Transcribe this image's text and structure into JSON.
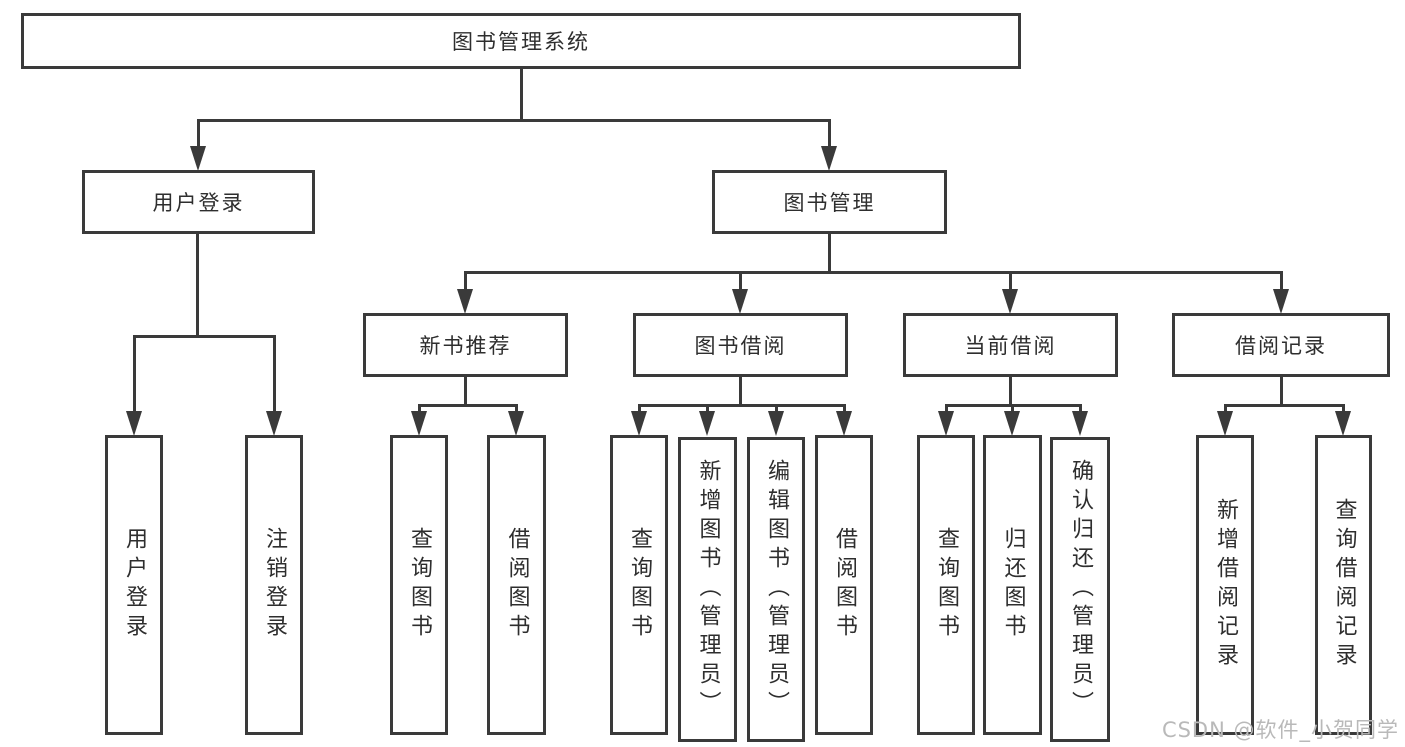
{
  "diagram": {
    "root": "图书管理系统",
    "branches": [
      {
        "label": "用户登录",
        "children": [
          "用户登录",
          "注销登录"
        ]
      },
      {
        "label": "图书管理",
        "sections": [
          {
            "label": "新书推荐",
            "children": [
              "查询图书",
              "借阅图书"
            ]
          },
          {
            "label": "图书借阅",
            "children": [
              "查询图书",
              "新增图书（管理员）",
              "编辑图书（管理员）",
              "借阅图书"
            ]
          },
          {
            "label": "当前借阅",
            "children": [
              "查询图书",
              "归还图书",
              "确认归还（管理员）"
            ]
          },
          {
            "label": "借阅记录",
            "children": [
              "新增借阅记录",
              "查询借阅记录"
            ]
          }
        ]
      }
    ]
  },
  "watermark": "CSDN @软件_小贺同学",
  "colors": {
    "line": "#3a3a3a",
    "text": "#2e2e2e",
    "watermark": "#b9b9b9",
    "background": "#ffffff"
  }
}
